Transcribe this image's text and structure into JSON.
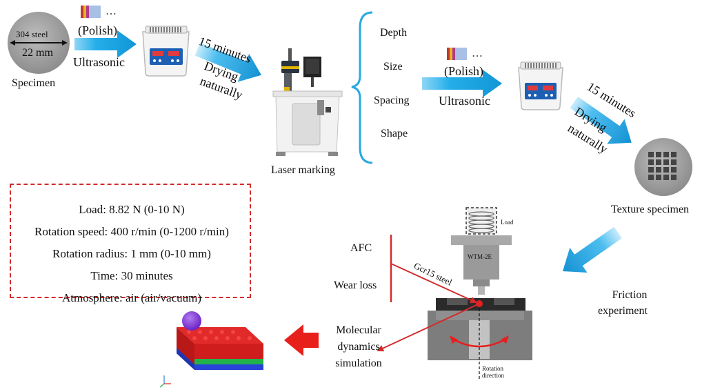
{
  "specimen": {
    "material": "304 steel",
    "diameter": "22 mm",
    "label": "Specimen"
  },
  "step1": {
    "polish": "(Polish)",
    "dots": "…",
    "method": "Ultrasonic"
  },
  "drying1": {
    "time": "15 minutes",
    "line1": "Drying",
    "line2": "naturally"
  },
  "laser": {
    "label": "Laser marking"
  },
  "parameters": [
    "Depth",
    "Size",
    "Spacing",
    "Shape"
  ],
  "step2": {
    "polish": "(Polish)",
    "dots": "…",
    "method": "Ultrasonic"
  },
  "drying2": {
    "time": "15 minutes",
    "line1": "Drying",
    "line2": "naturally"
  },
  "texture": {
    "label": "Texture specimen"
  },
  "friction": {
    "line1": "Friction",
    "line2": "experiment"
  },
  "test_conditions": [
    "Load: 8.82 N (0-10 N)",
    "Rotation speed: 400 r/min (0-1200 r/min)",
    "Rotation radius: 1 mm (0-10 mm)",
    "Time: 30 minutes",
    "Atmosphere: air (air/vacuum)"
  ],
  "tester": {
    "load": "Load",
    "model": "WTM-2E",
    "ball": "Gcr15 steel",
    "rotation_line1": "Rotation",
    "rotation_line2": "direction"
  },
  "outputs": [
    "AFC",
    "Wear loss"
  ],
  "md": {
    "line1": "Molecular",
    "line2": "dynamics",
    "line3": "simulation"
  },
  "colors": {
    "arrow_blue": "#1ba7e6",
    "dashed_red": "#d22b2b",
    "brace_blue": "#29a9e1",
    "slab_red": "#e8201c",
    "sphere_purple": "#7a2fd0"
  },
  "icons": [
    "ultrasonic-cleaner-icon",
    "laser-marking-machine-icon",
    "polishing-paper-icon",
    "textured-disc-icon",
    "friction-tester-icon",
    "md-slab-icon"
  ]
}
